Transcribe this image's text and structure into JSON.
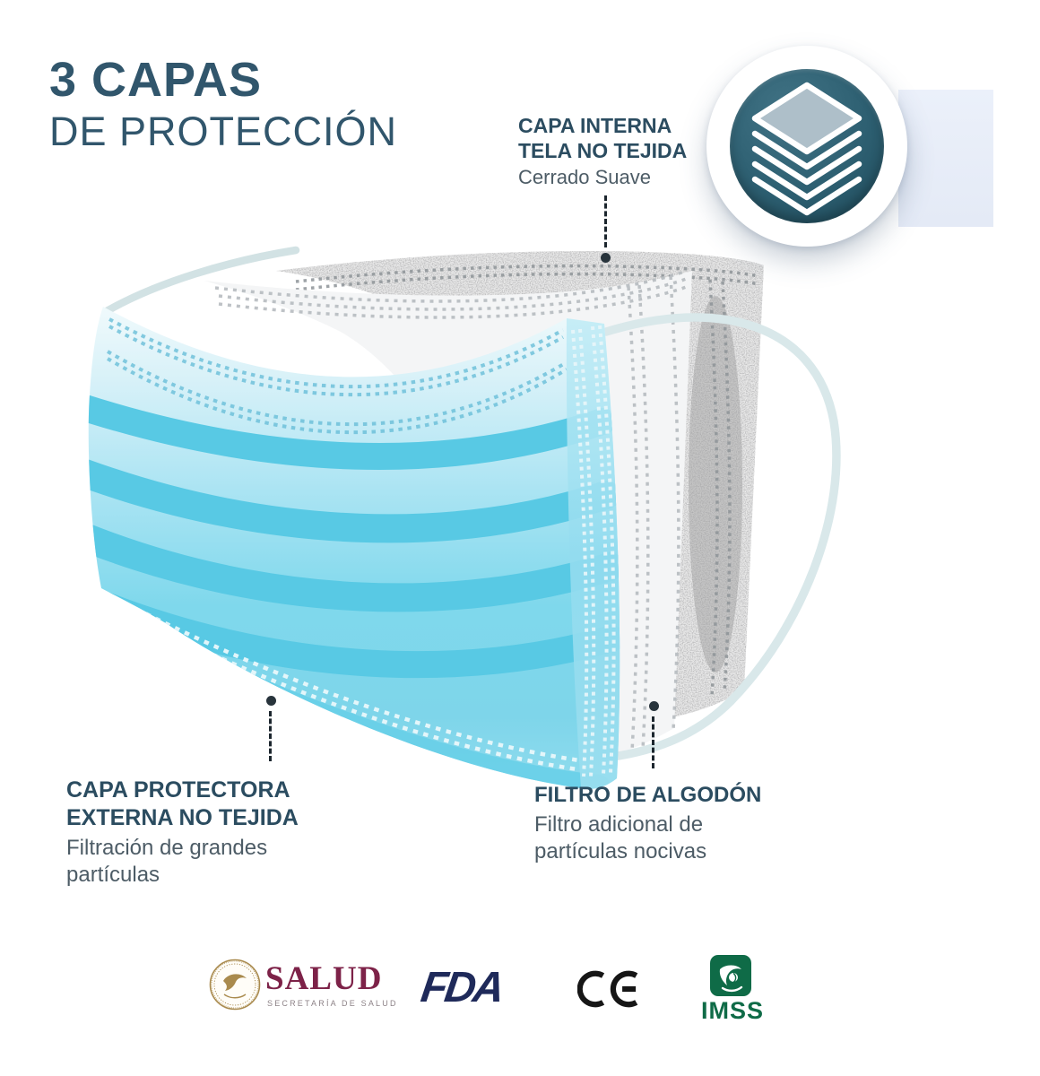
{
  "page": {
    "background": "#FFFFFF"
  },
  "header": {
    "title_bold": "3 CAPAS",
    "title_light": "DE PROTECCIÓN",
    "accent_color": "#31566C"
  },
  "badge": {
    "icon": "stacked-layers",
    "circle_color": "#2D5F71",
    "ring_color": "#FFFFFF",
    "panel_color": "#E9EEF8"
  },
  "callouts": {
    "interna": {
      "title1": "CAPA INTERNA",
      "title2": "TELA NO TEJIDA",
      "subtitle": "Cerrado Suave"
    },
    "externa": {
      "title1": "CAPA PROTECTORA",
      "title2": "EXTERNA NO TEJIDA",
      "subtitle": "Filtración de grandes partículas"
    },
    "filtro": {
      "title1": "FILTRO DE ALGODÓN",
      "subtitle": "Filtro adicional de partículas nocivas"
    }
  },
  "mask": {
    "front_color": "#7ED7EC",
    "pleat_color": "#56C8E4",
    "middle_layer_color": "#F4F5F6",
    "filter_layer_color": "#E8E8E8",
    "earloop_color": "#D9E8EA"
  },
  "certifications": {
    "salud": {
      "name": "SALUD",
      "subtitle": "SECRETARÍA DE SALUD",
      "color": "#7D2248"
    },
    "fda": {
      "name": "FDA",
      "color": "#1F2A5A"
    },
    "ce": {
      "name": "CE",
      "color": "#161616"
    },
    "imss": {
      "name": "IMSS",
      "color": "#0F6B47"
    }
  }
}
